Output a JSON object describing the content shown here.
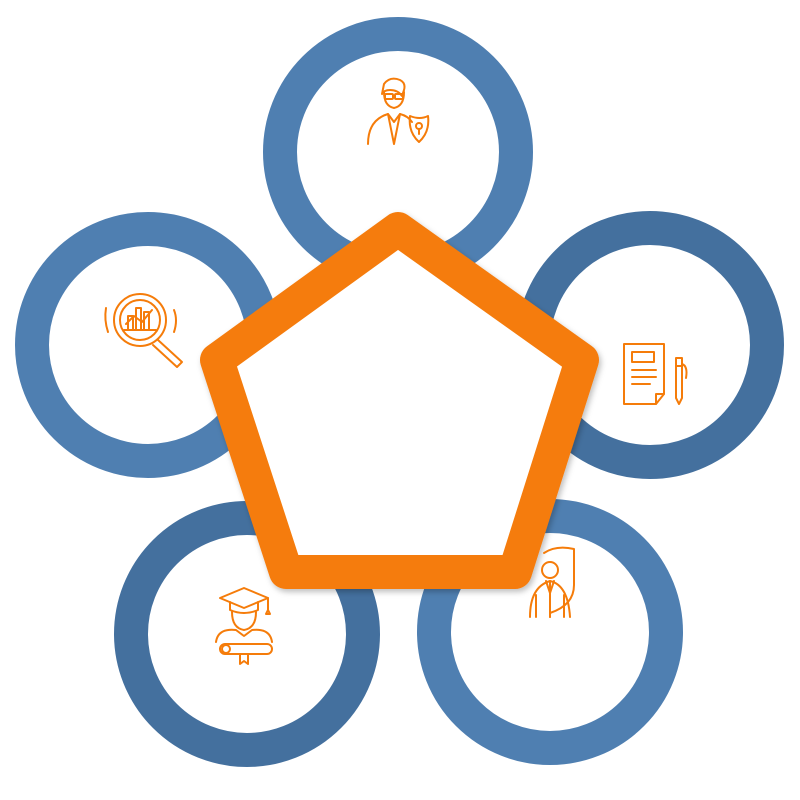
{
  "diagram": {
    "type": "five-circle-pentagon",
    "colors": {
      "ring": "#4f7fb1",
      "ring_dark": "#44709e",
      "pentagon": "#f57c0a",
      "icon": "#f57c0a",
      "background": "#ffffff",
      "pentagon_fill": "#ffffff"
    },
    "nodes": [
      {
        "id": "top",
        "icon": "security-officer-shield-icon"
      },
      {
        "id": "right",
        "icon": "document-pen-icon"
      },
      {
        "id": "bottom-right",
        "icon": "businessman-award-icon"
      },
      {
        "id": "bottom-left",
        "icon": "graduate-diploma-icon"
      },
      {
        "id": "left",
        "icon": "chart-magnifier-icon"
      }
    ]
  }
}
